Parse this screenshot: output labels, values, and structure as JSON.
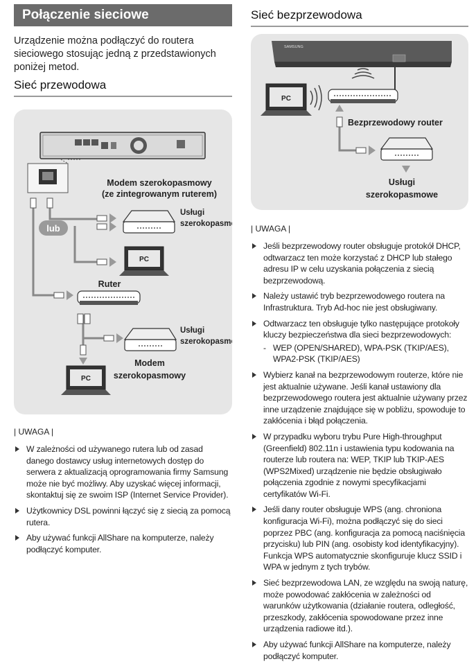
{
  "left": {
    "title": "Połączenie sieciowe",
    "intro": "Urządzenie można podłączyć do routera sieciowego stosując jedną z przedstawionych poniżej metod.",
    "section_title": "Sieć przewodowa",
    "diagram": {
      "modem_router_label_1": "Modem szerokopasmowy",
      "modem_router_label_2": "(ze zintegrowanym ruterem)",
      "services_label_1a": "Usługi",
      "services_label_1b": "szerokopasmowe",
      "lub_label": "lub",
      "pc_label_1": "PC",
      "router_label": "Ruter",
      "services_label_2a": "Usługi",
      "services_label_2b": "szerokopasmowe",
      "modem_label_1": "Modem",
      "modem_label_2": "szerokopasmowy",
      "pc_label_2": "PC"
    },
    "note_title": "| UWAGA |",
    "notes": [
      "W zależności od używanego rutera lub od zasad danego dostawcy usług internetowych dostęp do serwera z aktualizacją oprogramowania firmy Samsung może nie być możliwy. Aby uzyskać więcej informacji, skontaktuj się ze swoim ISP (Internet Service Provider).",
      "Użytkownicy DSL powinni łączyć się z siecią za pomocą rutera.",
      "Aby używać funkcji AllShare na komputerze, należy podłączyć komputer."
    ]
  },
  "right": {
    "section_title": "Sieć bezprzewodowa",
    "diagram": {
      "brand": "SAMSUNG",
      "pc_label": "PC",
      "router_label": "Bezprzewodowy router",
      "services_label_1": "Usługi",
      "services_label_2": "szerokopasmowe"
    },
    "note_title": "| UWAGA |",
    "notes": [
      "Jeśli bezprzewodowy router obsługuje protokół DHCP, odtwarzacz ten może korzystać z DHCP lub stałego adresu IP w celu uzyskania połączenia z siecią bezprzewodową.",
      "Należy ustawić tryb bezprzewodowego routera na Infrastruktura. Tryb Ad-hoc nie jest obsługiwany.",
      "Odtwarzacz ten obsługuje tylko następujące protokoły kluczy bezpieczeństwa dla sieci bezprzewodowych:",
      "Wybierz kanał na bezprzewodowym routerze, które nie jest aktualnie używane. Jeśli kanał ustawiony dla bezprzewodowego routera jest aktualnie używany przez inne urządzenie znajdujące się w pobliżu, spowoduje to zakłócenia i błąd połączenia.",
      "W przypadku wyboru trybu Pure High-throughput (Greenfield) 802.11n i ustawienia typu kodowania na routerze lub routera na: WEP, TKIP lub TKIP-AES (WPS2Mixed) urządzenie nie będzie obsługiwało połączenia zgodnie z nowymi specyfikacjami certyfikatów Wi-Fi.",
      "Jeśli dany router obsługuje WPS (ang. chroniona konfiguracja Wi-Fi), można podłączyć się do sieci poprzez PBC (ang. konfiguracja za pomocą naciśnięcia przycisku) lub PIN (ang. osobisty kod identyfikacyjny). Funkcja WPS automatycznie skonfiguruje klucz SSID i WPA w jednym z tych trybów.",
      "Sieć bezprzewodowa LAN, ze względu na swoją naturę, może powodować zakłócenia w zależności od warunków użytkowania (działanie routera, odległość, przeszkody, zakłócenia spowodowane przez inne urządzenia radiowe itd.).",
      "Aby używać funkcji AllShare na komputerze, należy podłączyć komputer."
    ],
    "sub_item_dash": "-",
    "sub_item_text": "WEP (OPEN/SHARED), WPA-PSK (TKIP/AES), WPA2-PSK (TKIP/AES)"
  }
}
